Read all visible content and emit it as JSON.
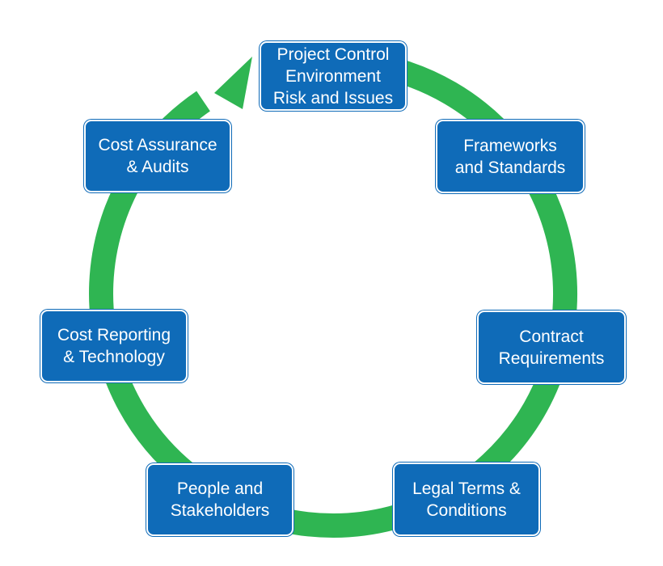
{
  "colors": {
    "node_fill": "#0f6bb8",
    "node_text": "#ffffff",
    "ring": "#2fb552",
    "background": "#ffffff"
  },
  "nodes": [
    {
      "lines": [
        "Project Control",
        "Environment",
        "Risk and Issues"
      ]
    },
    {
      "lines": [
        "Frameworks",
        "and Standards"
      ]
    },
    {
      "lines": [
        "Contract",
        "Requirements"
      ]
    },
    {
      "lines": [
        "Legal Terms &",
        "Conditions"
      ]
    },
    {
      "lines": [
        "People and",
        "Stakeholders"
      ]
    },
    {
      "lines": [
        "Cost Reporting",
        "& Technology"
      ]
    },
    {
      "lines": [
        "Cost Assurance",
        "& Audits"
      ]
    }
  ]
}
